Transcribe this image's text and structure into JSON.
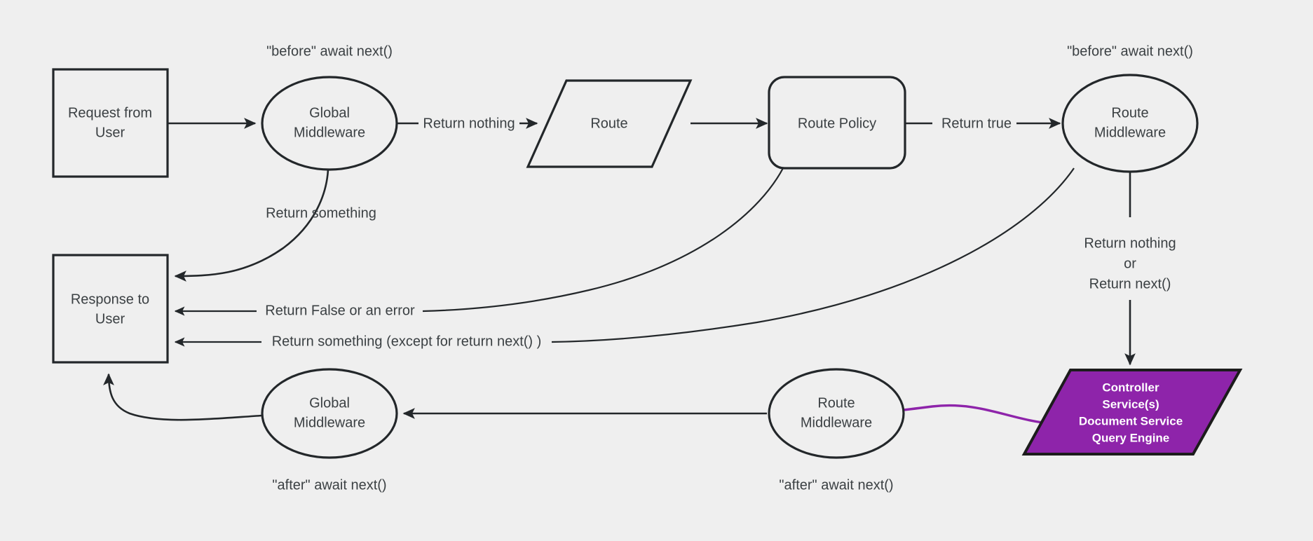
{
  "diagram": {
    "title": "Request / Middleware Lifecycle Flowchart",
    "background_color": "#efefef",
    "stroke_color": "#23272a",
    "text_color": "#3b4043",
    "accent_color": "#8e24aa",
    "accent_text_color": "#ffffff"
  },
  "nodes": {
    "request_from_user": {
      "line1": "Request from",
      "line2": "User",
      "shape": "rectangle"
    },
    "global_middleware_before": {
      "line1": "Global",
      "line2": "Middleware",
      "shape": "ellipse"
    },
    "route": {
      "line1": "Route",
      "shape": "parallelogram"
    },
    "route_policy": {
      "line1": "Route Policy",
      "shape": "rounded-rectangle"
    },
    "route_middleware_before": {
      "line1": "Route",
      "line2": "Middleware",
      "shape": "ellipse"
    },
    "controller": {
      "line1": "Controller",
      "line2": "Service(s)",
      "line3": "Document Service",
      "line4": "Query Engine",
      "shape": "parallelogram",
      "fill": "#8e24aa"
    },
    "route_middleware_after": {
      "line1": "Route",
      "line2": "Middleware",
      "shape": "ellipse"
    },
    "global_middleware_after": {
      "line1": "Global",
      "line2": "Middleware",
      "shape": "ellipse"
    },
    "response_to_user": {
      "line1": "Response to",
      "line2": "User",
      "shape": "rectangle"
    }
  },
  "annotations": {
    "before_global": "\"before\" await next()",
    "before_route": "\"before\" await next()",
    "after_global": "\"after\" await next()",
    "after_route": "\"after\" await next()"
  },
  "edge_labels": {
    "return_nothing": "Return nothing",
    "return_true": "Return true",
    "return_something": "Return something",
    "return_false_or_error": "Return False or an error",
    "return_something_except_next": "Return something (except for return next() )",
    "return_nothing_or_next_line1": "Return nothing",
    "return_nothing_or_next_line2": "or",
    "return_nothing_or_next_line3": "Return next()"
  }
}
